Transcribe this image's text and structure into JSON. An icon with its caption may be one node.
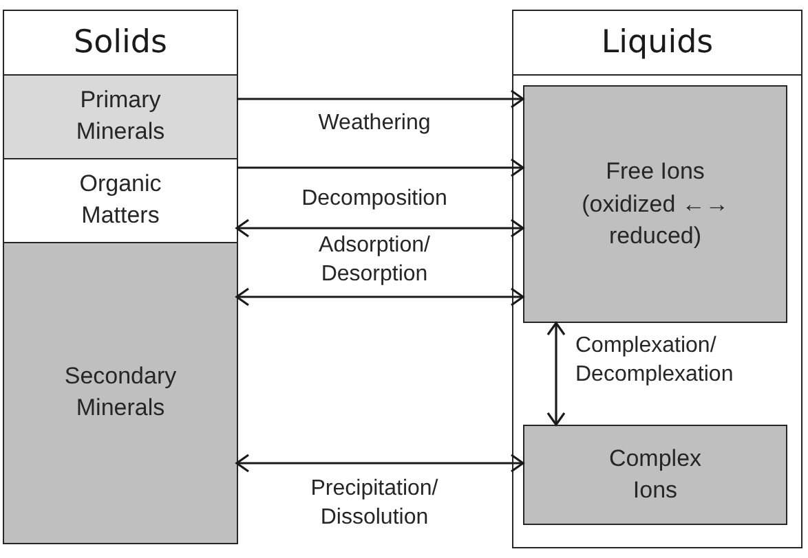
{
  "diagram": {
    "nodes": [
      {
        "text": [
          "Solids"
        ]
      },
      {
        "text": [
          "Primary Minerals"
        ],
        "in": 0
      },
      {
        "text": [
          "Organic Matters"
        ],
        "in": 0
      },
      {
        "text": [
          "Secondary Minerals"
        ],
        "in": 0
      },
      {
        "text": [
          "Liquids"
        ]
      },
      {
        "text": [
          "Free Ions (oxidized ←→ reduced)"
        ],
        "in": 4
      },
      {
        "text": [
          "Complex Ions"
        ],
        "in": 4
      }
    ],
    "edges": [
      {
        "from": 1,
        "to": 5,
        "arrow": "to",
        "label": "Weathering"
      },
      {
        "from": 2,
        "to": 5,
        "arrow": "to",
        "label": "Decomposition"
      },
      {
        "from": 2,
        "to": 5,
        "arrow": "both",
        "label": "Adsorption/ Desorption"
      },
      {
        "from": 3,
        "to": 5,
        "arrow": "both"
      },
      {
        "from": 3,
        "to": 6,
        "arrow": "both",
        "label": "Precipitation/ Dissolution"
      },
      {
        "from": 5,
        "to": 6,
        "arrow": "both",
        "label": "Complexation/ Decomplexation"
      }
    ]
  }
}
